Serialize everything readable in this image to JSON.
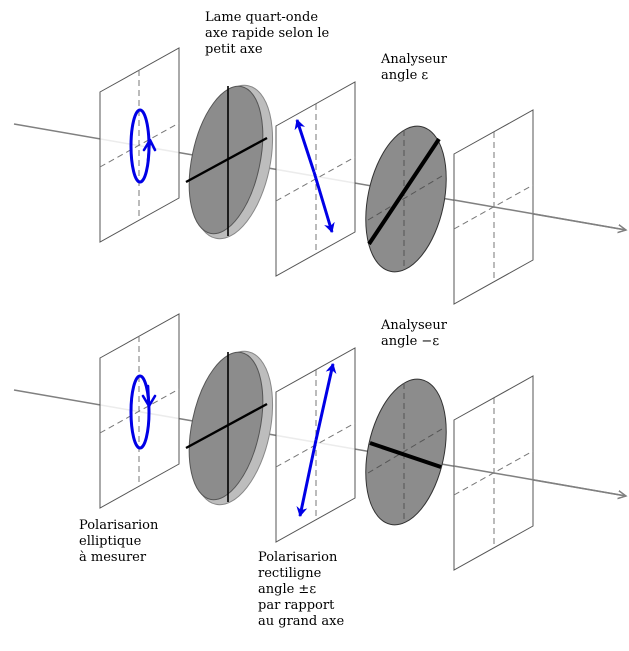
{
  "labels": {
    "lame": [
      "Lame quart-onde",
      "axe rapide selon le",
      "petit axe"
    ],
    "analyseur_top": [
      "Analyseur",
      "angle ε"
    ],
    "analyseur_bottom": [
      "Analyseur",
      "angle −ε"
    ],
    "polar_elliptique": [
      "Polarisarion",
      "elliptique",
      "à mesurer"
    ],
    "polar_rectiligne": [
      "Polarisarion",
      "rectiligne",
      "angle ±ε",
      "par rapport",
      "au grand axe"
    ]
  },
  "colors": {
    "polarization": "#0000e6",
    "beam": "#808080",
    "frame": "#555555",
    "disk_fill": "#8c8c8c",
    "disk_rim": "#bdbdbd",
    "axis_line": "#000000"
  },
  "icons": {
    "elliptical": "circular-arrow-icon",
    "linear": "double-arrow-icon",
    "beam": "arrow-right-icon"
  }
}
